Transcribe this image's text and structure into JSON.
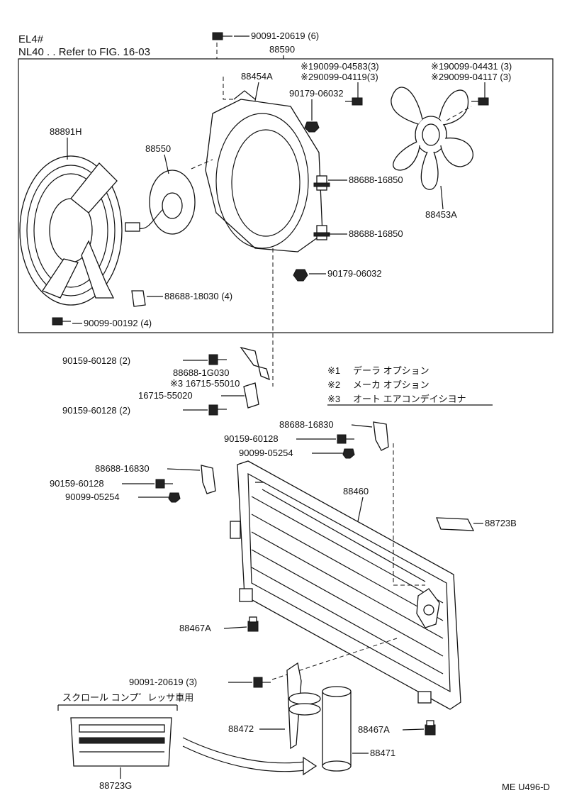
{
  "header": {
    "line1": "EL4#",
    "line2": "NL40 . . Refer to FIG. 16-03"
  },
  "footer_code": "ME U496-D",
  "legend": [
    {
      "mark": "※1",
      "text": "デーラ オプション"
    },
    {
      "mark": "※2",
      "text": "メーカ オプション"
    },
    {
      "mark": "※3",
      "text": "オート エアコンデイシヨナ"
    }
  ],
  "scroll_label": "スクロール コンプ゛レッサ車用",
  "parts": {
    "p_90091_20619_6": "90091-20619 (6)",
    "p_88590": "88590",
    "p_88454A": "88454A",
    "p_190099_04583": "※190099-04583(3)",
    "p_290099_04119": "※290099-04119(3)",
    "p_190099_04431": "※190099-04431 (3)",
    "p_290099_04117": "※290099-04117 (3)",
    "p_90179_06032_a": "90179-06032",
    "p_88891H": "88891H",
    "p_88550": "88550",
    "p_88688_16850_a": "88688-16850",
    "p_88453A": "88453A",
    "p_88688_16850_b": "88688-16850",
    "p_90179_06032_b": "90179-06032",
    "p_88688_18030": "88688-18030 (4)",
    "p_90099_00192": "90099-00192 (4)",
    "p_90159_60128_a": "90159-60128 (2)",
    "p_88688_1G030": "88688-1G030",
    "p_16715_55010": "※3 16715-55010",
    "p_16715_55020": "16715-55020",
    "p_90159_60128_b": "90159-60128 (2)",
    "p_88688_16830_a": "88688-16830",
    "p_90159_60128_c": "90159-60128",
    "p_90099_05254_a": "90099-05254",
    "p_88688_16830_b": "88688-16830",
    "p_90159_60128_d": "90159-60128",
    "p_90099_05254_b": "90099-05254",
    "p_88460": "88460",
    "p_88723B": "88723B",
    "p_88467A_a": "88467A",
    "p_90091_20619_3": "90091-20619 (3)",
    "p_88472": "88472",
    "p_88467A_b": "88467A",
    "p_88471": "88471",
    "p_88723G": "88723G"
  }
}
